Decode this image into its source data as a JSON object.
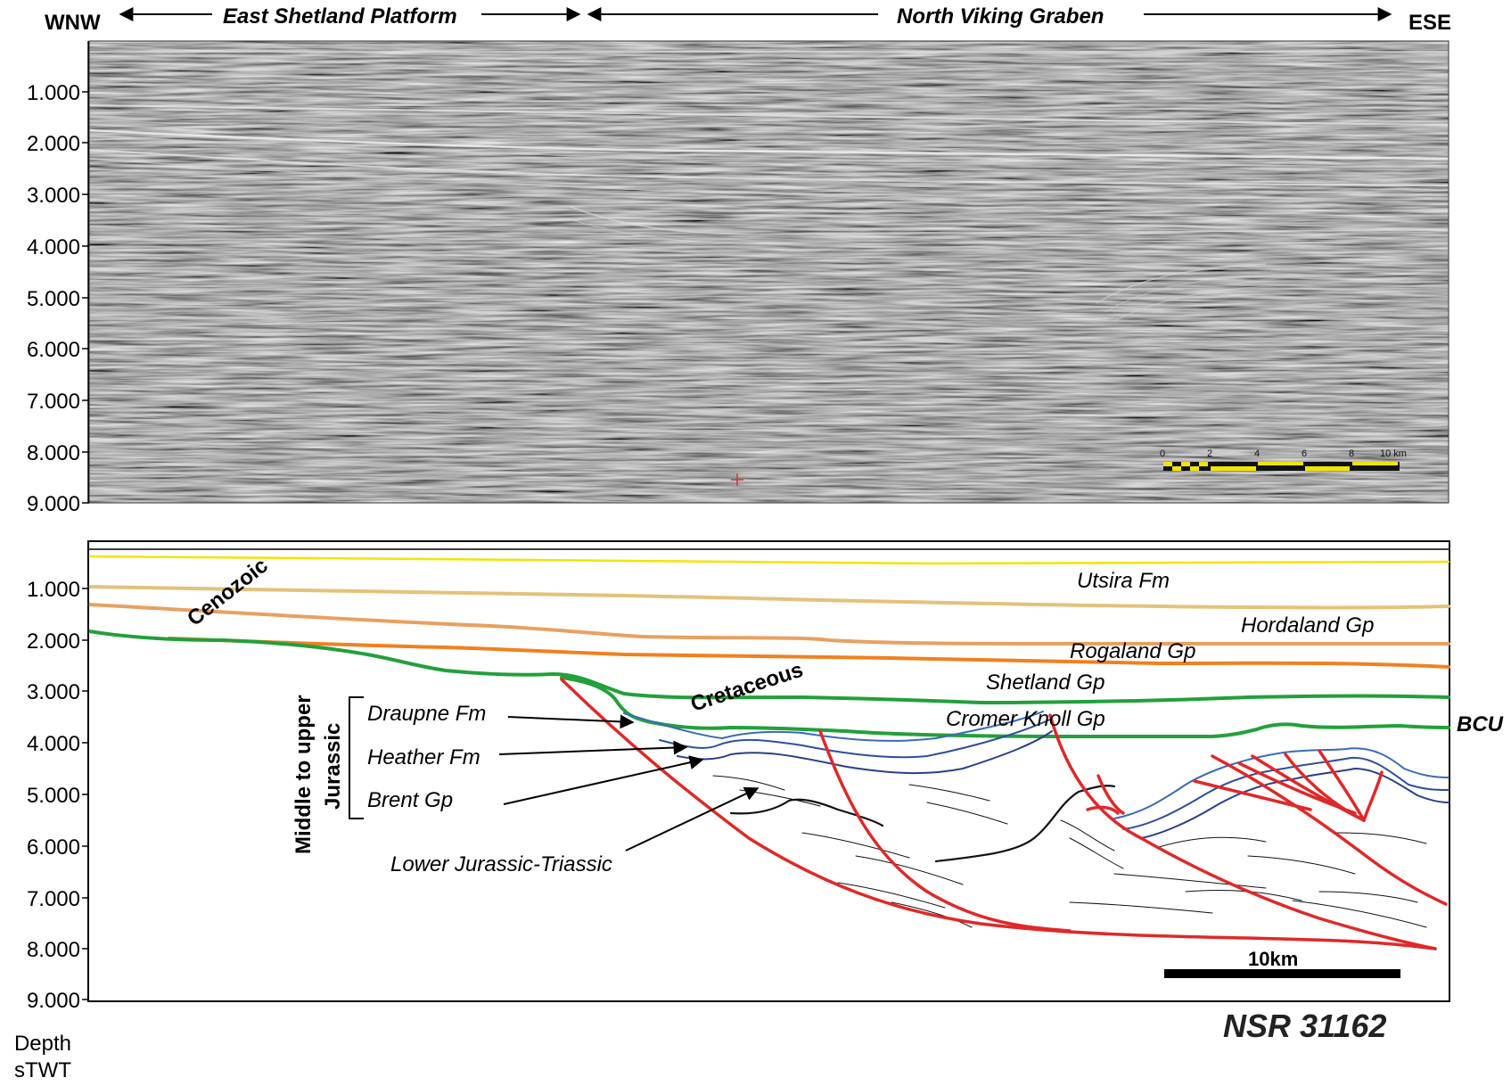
{
  "header": {
    "left_dir": "WNW",
    "right_dir": "ESE",
    "region_west": "East Shetland Platform",
    "region_east": "North Viking Graben"
  },
  "axis": {
    "ticks": [
      "1.000",
      "2.000",
      "3.000",
      "4.000",
      "5.000",
      "6.000",
      "7.000",
      "8.000",
      "9.000"
    ],
    "unit_line1": "Depth",
    "unit_line2": "sTWT"
  },
  "seismic_scale_ticks": [
    "0",
    "2",
    "4",
    "6",
    "8",
    "10 km"
  ],
  "interpretation": {
    "cenozoic": "Cenozoic",
    "cretaceous": "Cretaceous",
    "utsira": "Utsira Fm",
    "hordaland": "Hordaland Gp",
    "rogaland": "Rogaland Gp",
    "shetland": "Shetland Gp",
    "cromer": "Cromer Knoll Gp",
    "bcu": "BCU",
    "jurassic_group_line1": "Middle to upper",
    "jurassic_group_line2": "Jurassic",
    "draupne": "Draupne Fm",
    "heather": "Heather Fm",
    "brent": "Brent Gp",
    "lower": "Lower Jurassic-Triassic",
    "scale_bar": "10km",
    "line_id": "NSR 31162"
  },
  "colors": {
    "utsira_top": "#f2e400",
    "cenozoic_1": "#e3c27a",
    "cenozoic_2": "#e8a060",
    "rogaland": "#f08020",
    "bcu": "#22a03a",
    "jurassic": "#3a6ab8",
    "faults": "#e02828",
    "seismic_bg": "#575757"
  }
}
